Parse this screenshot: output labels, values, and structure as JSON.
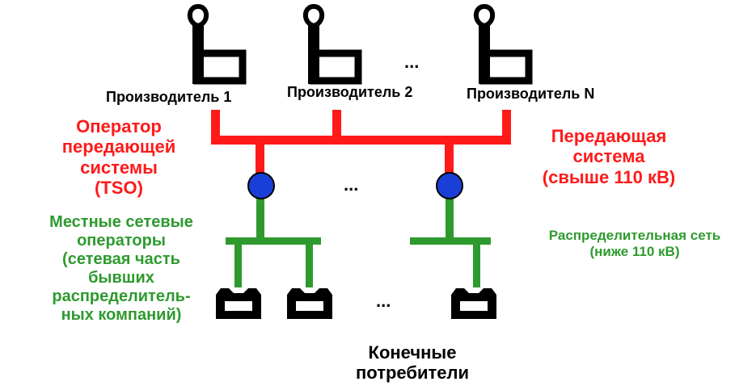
{
  "colors": {
    "transmission": "#ff1a1a",
    "distribution": "#2e9a2e",
    "node": "#1a3fd6",
    "icon": "#000000"
  },
  "icons": {
    "generator": "generator-icon",
    "consumer": "consumer-icon",
    "node": "substation-node-icon"
  },
  "producers": [
    {
      "label": "Производитель 1"
    },
    {
      "label": "Производитель 2"
    },
    {
      "label": "Производитель N"
    }
  ],
  "ellipsis": "...",
  "tso": {
    "lines": [
      "Оператор",
      "передающей",
      "системы",
      "(TSO)"
    ]
  },
  "transmission_system": {
    "lines": [
      "Передающая",
      "система",
      "(свыше 110 кВ)"
    ]
  },
  "local_operators": {
    "lines": [
      "Местные сетевые",
      "операторы",
      "(сетевая часть",
      "бывших",
      "распределитель-",
      "ных компаний)"
    ]
  },
  "distribution_network": {
    "lines": [
      "Распределительная сеть",
      "(ниже 110 кВ)"
    ]
  },
  "consumers": {
    "lines": [
      "Конечные",
      "потребители"
    ]
  }
}
